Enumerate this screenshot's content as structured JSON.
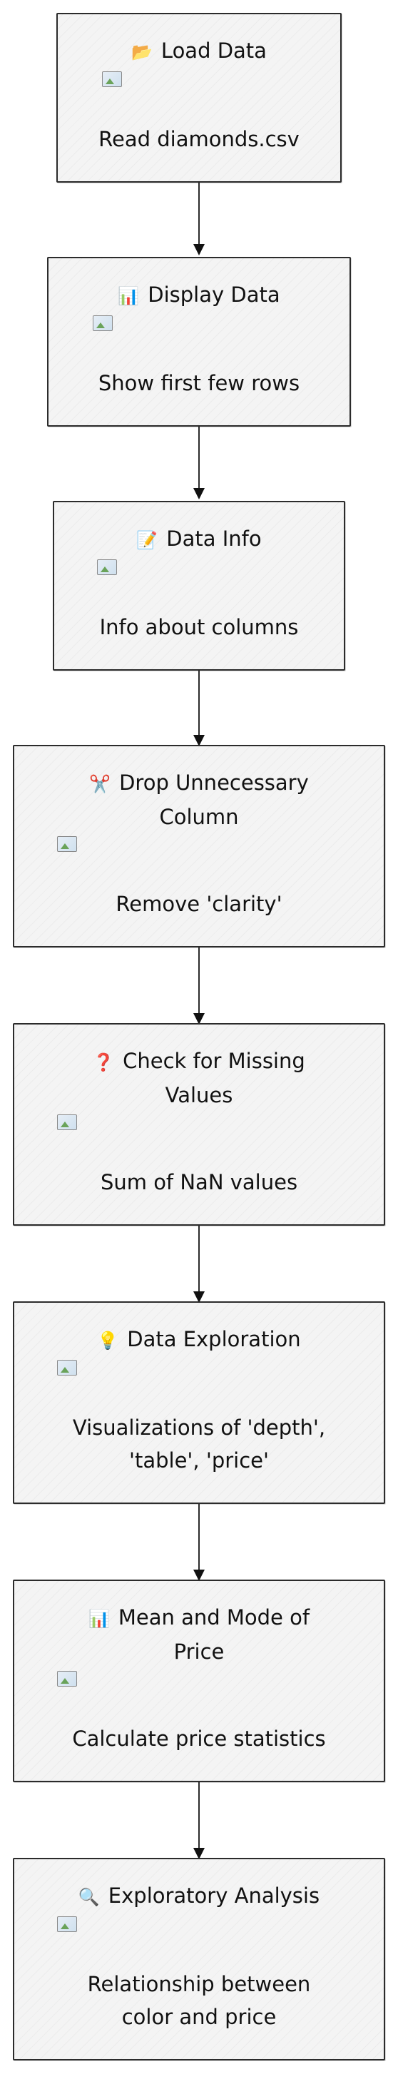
{
  "flowchart": {
    "nodes": [
      {
        "icon": "📂",
        "icon_name": "folder-icon",
        "title": "Load Data",
        "description": "Read diamonds.csv"
      },
      {
        "icon": "📊",
        "icon_name": "bar-chart-icon",
        "title": "Display Data",
        "description": "Show first few rows"
      },
      {
        "icon": "📝",
        "icon_name": "memo-icon",
        "title": "Data Info",
        "description": "Info about columns"
      },
      {
        "icon": "✂️",
        "icon_name": "scissors-icon",
        "title": "Drop Unnecessary Column",
        "description": "Remove 'clarity'"
      },
      {
        "icon": "❓",
        "icon_name": "question-icon",
        "title": "Check for Missing Values",
        "description": "Sum of NaN values"
      },
      {
        "icon": "💡",
        "icon_name": "lightbulb-icon",
        "title": "Data Exploration",
        "description": "Visualizations of 'depth', 'table', 'price'"
      },
      {
        "icon": "📊",
        "icon_name": "bar-chart-icon",
        "title": "Mean and Mode of Price",
        "description": "Calculate price statistics"
      },
      {
        "icon": "🔍",
        "icon_name": "magnifier-icon",
        "title": "Exploratory Analysis",
        "description": "Relationship between color and price"
      }
    ]
  }
}
